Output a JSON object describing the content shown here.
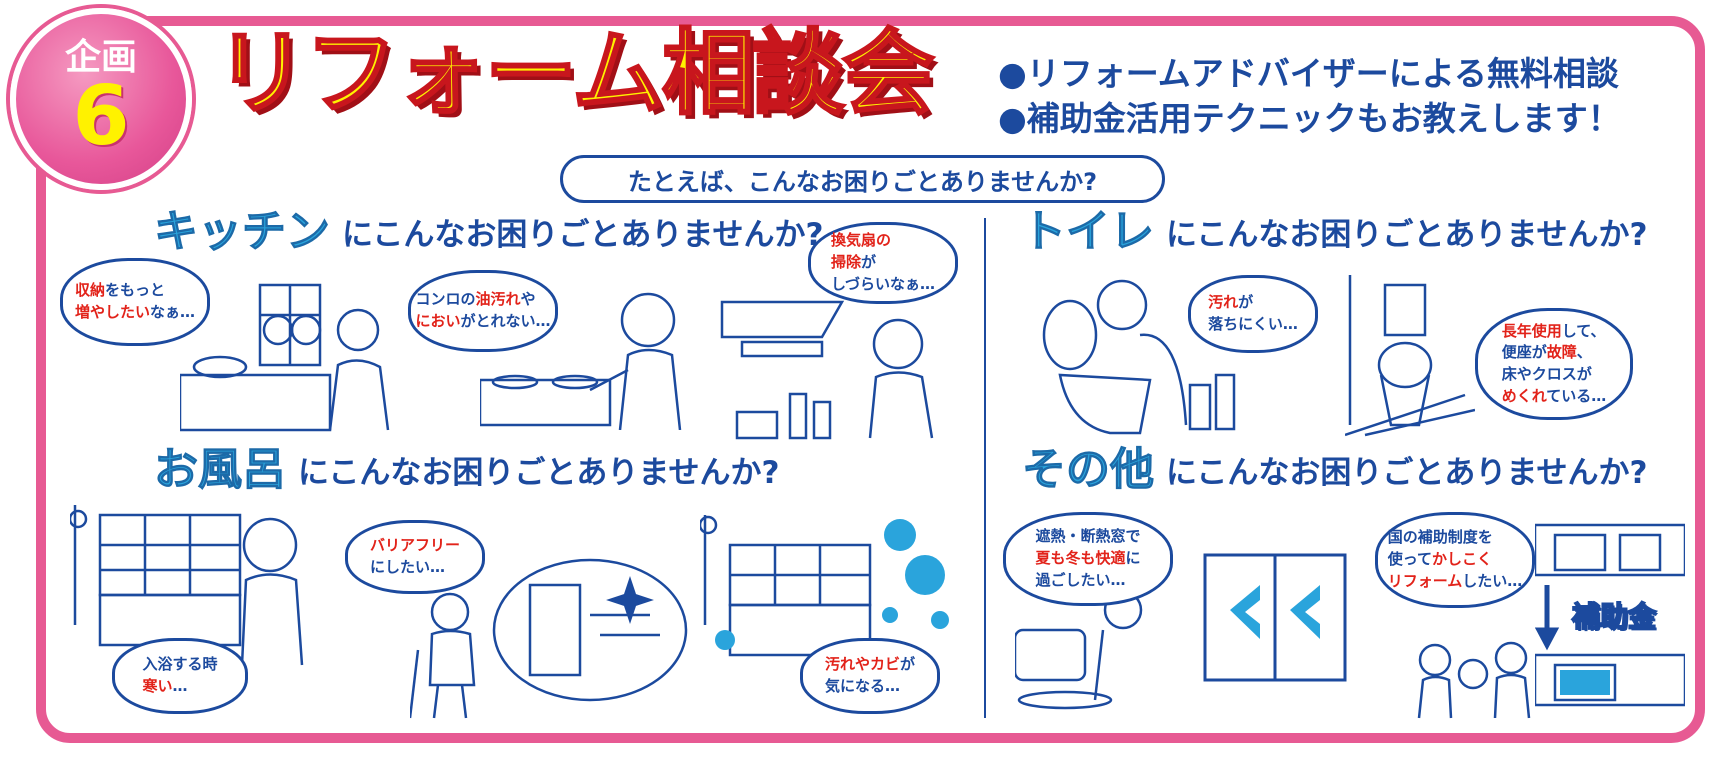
{
  "badge": {
    "line1": "企画",
    "line2": "6"
  },
  "title": "リフォーム相談会",
  "bullets": [
    "●リフォームアドバイザーによる無料相談",
    "●補助金活用テクニックもお教えします！"
  ],
  "prompt": "たとえば、こんなお困りごとありませんか?",
  "sections": {
    "kitchen": {
      "cat": "キッチン",
      "rest": "にこんなお困りごとありませんか?"
    },
    "toilet": {
      "cat": "トイレ",
      "rest": "にこんなお困りごとありませんか?"
    },
    "bath": {
      "cat": "お風呂",
      "rest": "にこんなお困りごとありませんか?"
    },
    "other": {
      "cat": "その他",
      "rest": "にこんなお困りごとありませんか?"
    }
  },
  "bubbles": {
    "k1": {
      "a": "収納",
      "b": "をもっと",
      "c": "増やしたい",
      "d": "なぁ…"
    },
    "k2": {
      "a": "コンロの",
      "b": "油汚れ",
      "c": "や",
      "d": "におい",
      "e": "がとれない…"
    },
    "k3": {
      "a": "換気扇の",
      "b": "掃除",
      "c": "が",
      "d": "しづらいなぁ…"
    },
    "t1": {
      "a": "汚れ",
      "b": "が",
      "c": "落ちにくい…"
    },
    "t2": {
      "a": "長年使用",
      "b": "して、",
      "c": "便座が",
      "d": "故障",
      "e": "、",
      "f": "床やクロスが",
      "g": "めくれ",
      "h": "ている…"
    },
    "b1": {
      "a": "入浴する時",
      "b": "寒い",
      "c": "…"
    },
    "b2": {
      "a": "バリアフリー",
      "b": "にしたい…"
    },
    "b3": {
      "a": "汚れやカビ",
      "b": "が",
      "c": "気になる…"
    },
    "o1": {
      "a": "遮熱・断熱窓で",
      "b": "夏も冬も快適",
      "c": "に",
      "d": "過ごしたい…"
    },
    "o2": {
      "a": "国の補助制度を",
      "b": "使って",
      "c": "かしこく",
      "d": "リフォーム",
      "e": "したい…"
    }
  },
  "subsidy_label": "補助金",
  "colors": {
    "frame": "#e75a93",
    "navy": "#1c4a9e",
    "cyan": "#2aa4dc",
    "yellow": "#fff200",
    "red": "#e2231a"
  }
}
